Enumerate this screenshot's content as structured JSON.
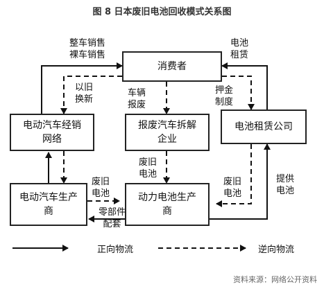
{
  "title": "图 8 日本废旧电池回收模式关系图",
  "nodes": {
    "consumer": "消费者",
    "ev_dealer": "电动汽车经销\n网络",
    "scrap": "报废汽车拆解\n企业",
    "rental": "电池租赁公司",
    "ev_maker": "电动汽车生产\n商",
    "battery_maker": "动力电池生产\n商"
  },
  "edge_labels": {
    "sales": "整车销售\n裸车销售",
    "trade_in": "以旧\n换新",
    "scrapped": "车辆\n报废",
    "battery_rental": "电池\n租赁",
    "deposit": "押金\n制度",
    "used_battery_scrap": "废旧\n电池",
    "used_battery_maker": "废旧\n电池",
    "used_battery_rental": "废旧\n电池",
    "provide_battery": "提供\n电池",
    "parts": "零部件\n配套"
  },
  "legend": {
    "forward": "正向物流",
    "reverse": "逆向物流"
  },
  "source": "资料来源：网络公开资料",
  "colors": {
    "line": "#111111",
    "border": "#222222"
  }
}
